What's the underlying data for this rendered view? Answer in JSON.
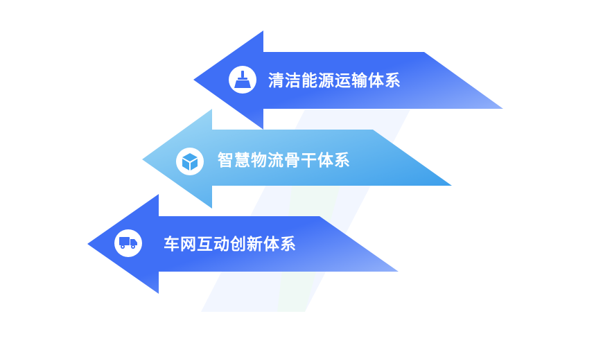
{
  "arrows": [
    {
      "label": "清洁能源运输体系",
      "icon": "cleaning-brush-icon",
      "gradient": [
        "#3f6ff6",
        "#a9c3fb"
      ],
      "icon_color": "#3f6ff6"
    },
    {
      "label": "智慧物流骨干体系",
      "icon": "package-box-icon",
      "gradient": [
        "#a6dcf6",
        "#2f97ea"
      ],
      "icon_color": "#45a8ee"
    },
    {
      "label": "车网互动创新体系",
      "icon": "delivery-truck-icon",
      "gradient": [
        "#3f6ff6",
        "#a9c3fb"
      ],
      "icon_color": "#3f6ff6"
    }
  ]
}
